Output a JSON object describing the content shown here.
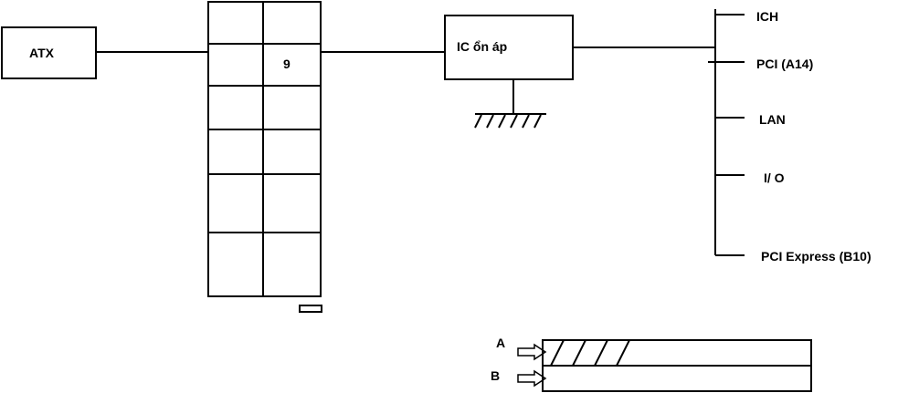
{
  "colors": {
    "stroke": "#000000",
    "background": "#ffffff",
    "text": "#000000"
  },
  "diagram": {
    "atx_label": "ATX",
    "connector_pin_label": "9",
    "regulator_label": "IC ổn áp",
    "outputs": [
      "ICH",
      "PCI (A14)",
      "LAN",
      "I/ O",
      "PCI Express (B10)"
    ],
    "slot_side_a": "A",
    "slot_side_b": "B"
  }
}
